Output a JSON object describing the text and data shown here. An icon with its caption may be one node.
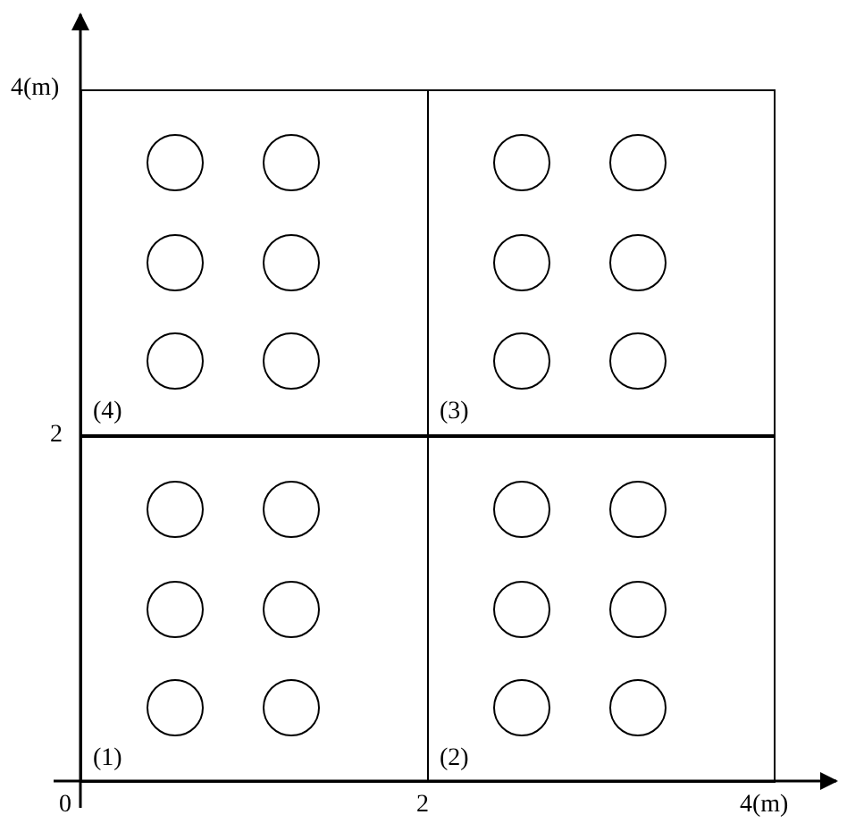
{
  "diagram": {
    "nodes": [
      {
        "text": [
          "(4)"
        ]
      },
      {
        "text": [],
        "shape": "circle",
        "in": 0
      },
      {
        "text": [],
        "shape": "circle",
        "in": 0
      },
      {
        "text": [],
        "shape": "circle",
        "in": 0
      },
      {
        "text": [],
        "shape": "circle",
        "in": 0
      },
      {
        "text": [],
        "shape": "circle",
        "in": 0
      },
      {
        "text": [],
        "shape": "circle",
        "in": 0
      },
      {
        "text": [
          "(3)"
        ]
      },
      {
        "text": [],
        "shape": "circle",
        "in": 7
      },
      {
        "text": [],
        "shape": "circle",
        "in": 7
      },
      {
        "text": [],
        "shape": "circle",
        "in": 7
      },
      {
        "text": [],
        "shape": "circle",
        "in": 7
      },
      {
        "text": [],
        "shape": "circle",
        "in": 7
      },
      {
        "text": [],
        "shape": "circle",
        "in": 7
      },
      {
        "text": [
          "(1)"
        ]
      },
      {
        "text": [],
        "shape": "circle",
        "in": 14
      },
      {
        "text": [],
        "shape": "circle",
        "in": 14
      },
      {
        "text": [],
        "shape": "circle",
        "in": 14
      },
      {
        "text": [],
        "shape": "circle",
        "in": 14
      },
      {
        "text": [],
        "shape": "circle",
        "in": 14
      },
      {
        "text": [],
        "shape": "circle",
        "in": 14
      },
      {
        "text": [
          "(2)"
        ]
      },
      {
        "text": [],
        "shape": "circle",
        "in": 21
      },
      {
        "text": [],
        "shape": "circle",
        "in": 21
      },
      {
        "text": [],
        "shape": "circle",
        "in": 21
      },
      {
        "text": [],
        "shape": "circle",
        "in": 21
      },
      {
        "text": [],
        "shape": "circle",
        "in": 21
      },
      {
        "text": [],
        "shape": "circle",
        "in": 21
      }
    ],
    "labels": [
      "4(m)",
      "2",
      "0",
      "2",
      "4(m)"
    ]
  }
}
